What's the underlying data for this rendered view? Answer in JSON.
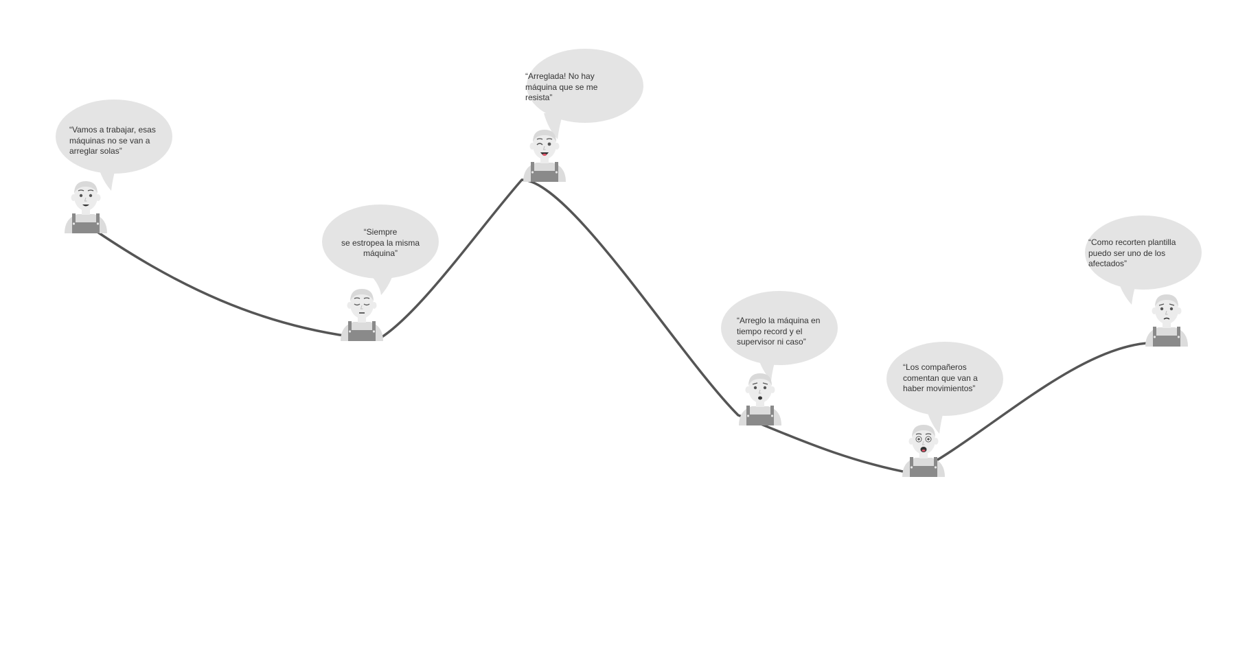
{
  "colors": {
    "curve": "#555555",
    "bubble": "#e4e4e4",
    "skin": "#ececec",
    "hair": "#d9d9d9",
    "shirt": "#dcdcdc",
    "overalls": "#8a8a8a",
    "features": "#555555",
    "mouth": "#333333",
    "tongue": "#e0566a"
  },
  "stages": [
    {
      "quote": "“Vamos a trabajar, esas\nmáquinas no se van a\narreglar solas”",
      "expression": "smile"
    },
    {
      "quote": "“Siempre\nse estropea la misma\nmáquina”",
      "expression": "tired"
    },
    {
      "quote": "“Arreglada! No hay\nmáquina que se me\nresista”",
      "expression": "wink-laugh"
    },
    {
      "quote": "“Arreglo la máquina en\ntiempo record y el\nsupervisor ni caso”",
      "expression": "upset"
    },
    {
      "quote": "“Los compañeros\ncomentan que van a\nhaber movimientos”",
      "expression": "shocked"
    },
    {
      "quote": "“Como recorten plantilla\npuedo ser uno de los\nafectados”",
      "expression": "worried"
    }
  ]
}
